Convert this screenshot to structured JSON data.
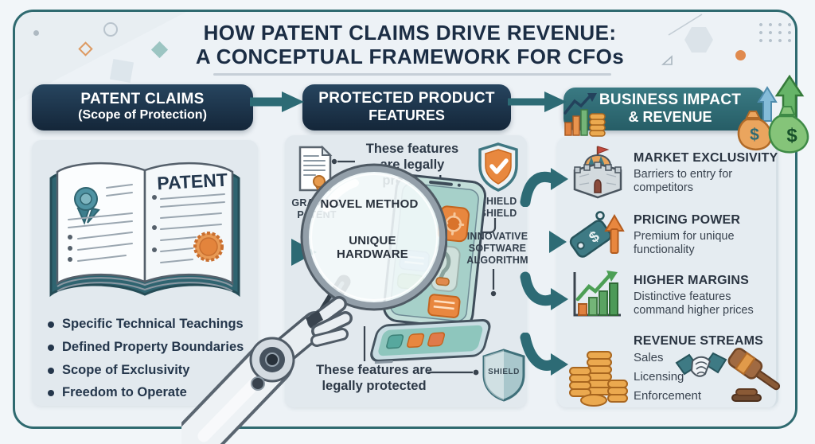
{
  "title": {
    "line1": "HOW PATENT CLAIMS DRIVE REVENUE:",
    "line2": "A CONCEPTUAL FRAMEWORK FOR CFOs"
  },
  "patent_claims": {
    "header_line1": "PATENT CLAIMS",
    "header_line2": "(Scope of Protection)",
    "book_label": "PATENT",
    "bullets": [
      "Specific Technical Teachings",
      "Defined Property Boundaries",
      "Scope of Exclusivity",
      "Freedom to Operate"
    ]
  },
  "protected_features": {
    "header_line1": "PROTECTED PRODUCT",
    "header_line2": "FEATURES",
    "top_note_line1": "These features",
    "top_note_line2": "are legally protected",
    "granted_patent_label": "GRANTED PATENT",
    "top_shield_label": "SHIELD SHIELD",
    "magnifier_label1": "NOVEL METHOD",
    "magnifier_label2": "UNIQUE HARDWARE",
    "software_label": "INNOVATIVE SOFTWARE ALGORITHM",
    "bottom_note_line1": "These features are",
    "bottom_note_line2": "legally protected",
    "bottom_shield_text": "SHIELD"
  },
  "business_impact": {
    "header_line1": "BUSINESS IMPACT",
    "header_line2": "& REVENUE",
    "currency_symbol": "$",
    "items": [
      {
        "icon": "castle-icon",
        "title": "MARKET EXCLUSIVITY",
        "desc": "Barriers to entry for competitors"
      },
      {
        "icon": "price-tag-icon",
        "title": "PRICING POWER",
        "desc": "Premium for unique functionality"
      },
      {
        "icon": "bar-chart-icon",
        "title": "HIGHER MARGINS",
        "desc": "Distinctive features command higher prices"
      },
      {
        "icon": "coins-icon",
        "title": "REVENUE STREAMS",
        "desc_lines": [
          "Sales",
          "Licensing",
          "Enforcement"
        ],
        "extra_icons": [
          "handshake-icon",
          "gavel-icon"
        ]
      }
    ]
  },
  "colors": {
    "navy": "#18293e",
    "teal": "#2d6b75",
    "orange": "#e8873f",
    "green": "#5aa362",
    "gold": "#eba94f",
    "panel": "#e2e9ee",
    "canvas": "#edf2f6",
    "border": "#2f6a70"
  }
}
